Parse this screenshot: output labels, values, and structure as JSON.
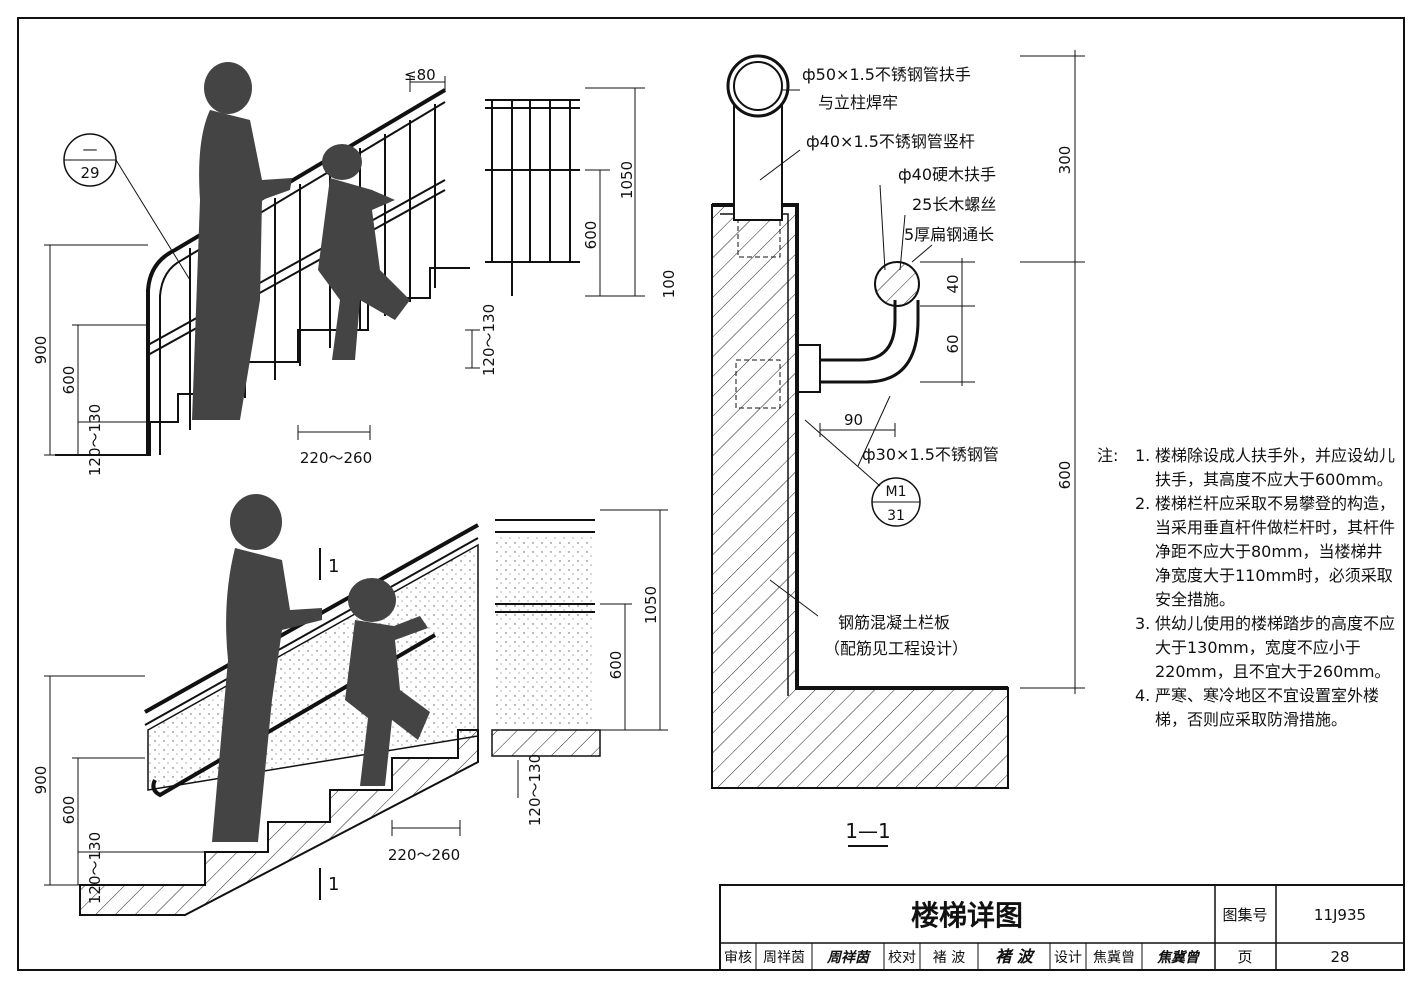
{
  "title_block": {
    "title": "楼梯详图",
    "atlas_label": "图集号",
    "atlas_no": "11J935",
    "review_label": "审核",
    "reviewer": "周祥茵",
    "reviewer_sig": "周祥茵",
    "check_label": "校对",
    "checker": "褚 波",
    "checker_sig": "褚 波",
    "design_label": "设计",
    "designer": "焦冀曾",
    "designer_sig": "焦冀曾",
    "page_label": "页",
    "page_no": "28"
  },
  "left_upper": {
    "index_top": "—",
    "index_bottom": "29",
    "dim_max_gap": "≤80",
    "dim_900": "900",
    "dim_600": "600",
    "dim_riser": "120～130",
    "dim_tread": "220～260",
    "dim_riser_step": "120～130",
    "elev_1050": "1050",
    "elev_600": "600",
    "elev_100": "100"
  },
  "left_lower": {
    "section_mark_1": "1",
    "section_mark_2": "1",
    "dim_900": "900",
    "dim_600": "600",
    "dim_riser": "120～130",
    "dim_tread": "220～260",
    "dim_riser_step": "120～130",
    "elev_1050": "1050",
    "elev_600": "600"
  },
  "section": {
    "label_handrail": "ф50×1.5不锈钢管扶手",
    "label_weld": "与立柱焊牢",
    "label_post": "ф40×1.5不锈钢管竖杆",
    "label_wood": "ф40硬木扶手",
    "label_screw": "25长木螺丝",
    "label_flat": "5厚扁钢通长",
    "dim_40": "40",
    "dim_60": "60",
    "dim_90": "90",
    "label_pipe": "ф30×1.5不锈钢管",
    "index_top": "M1",
    "index_bottom": "31",
    "label_panel": "钢筋混凝土栏板",
    "label_panel2": "（配筋见工程设计）",
    "dim_300": "300",
    "dim_600": "600",
    "section_title": "1—1"
  },
  "notes": {
    "heading": "注:",
    "items": [
      {
        "no": "1.",
        "text": "楼梯除设成人扶手外，并应设幼儿扶手，其高度不应大于600mm。"
      },
      {
        "no": "2.",
        "text": "楼梯栏杆应采取不易攀登的构造，当采用垂直杆件做栏杆时，其杆件净距不应大于80mm，当楼梯井净宽度大于110mm时，必须采取安全措施。"
      },
      {
        "no": "3.",
        "text": "供幼儿使用的楼梯踏步的高度不应大于130mm，宽度不应小于220mm，且不宜大于260mm。"
      },
      {
        "no": "4.",
        "text": "严寒、寒冷地区不宜设置室外楼梯，否则应采取防滑措施。"
      }
    ]
  }
}
